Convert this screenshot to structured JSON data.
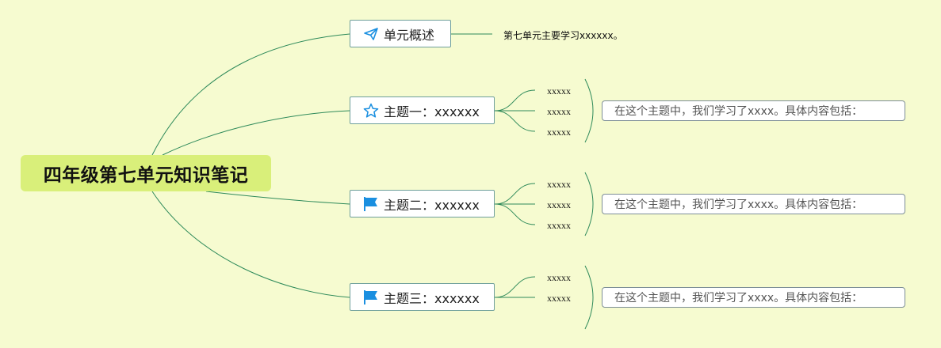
{
  "root": {
    "title": "四年级第七单元知识笔记"
  },
  "overview": {
    "label": "单元概述",
    "text": "第七单元主要学习xxxxxx。",
    "icon": "paper-plane-icon"
  },
  "topics": [
    {
      "label": "主题一：xxxxxx",
      "icon": "star-icon",
      "leaves": [
        "xxxxx",
        "xxxxx",
        "xxxxx"
      ],
      "summary": "在这个主题中，我们学习了xxxx。具体内容包括："
    },
    {
      "label": "主题二：xxxxxx",
      "icon": "flag-icon",
      "leaves": [
        "xxxxx",
        "xxxxx",
        "xxxxx"
      ],
      "summary": "在这个主题中，我们学习了xxxx。具体内容包括："
    },
    {
      "label": "主题三：xxxxxx",
      "icon": "flag-icon",
      "leaves": [
        "xxxxx",
        "xxxxx"
      ],
      "summary": "在这个主题中，我们学习了xxxx。具体内容包括："
    }
  ],
  "colors": {
    "background": "#f6fbd0",
    "root": "#d9ef7a",
    "line": "#2e8a5a",
    "icon": "#1a8fe0"
  }
}
